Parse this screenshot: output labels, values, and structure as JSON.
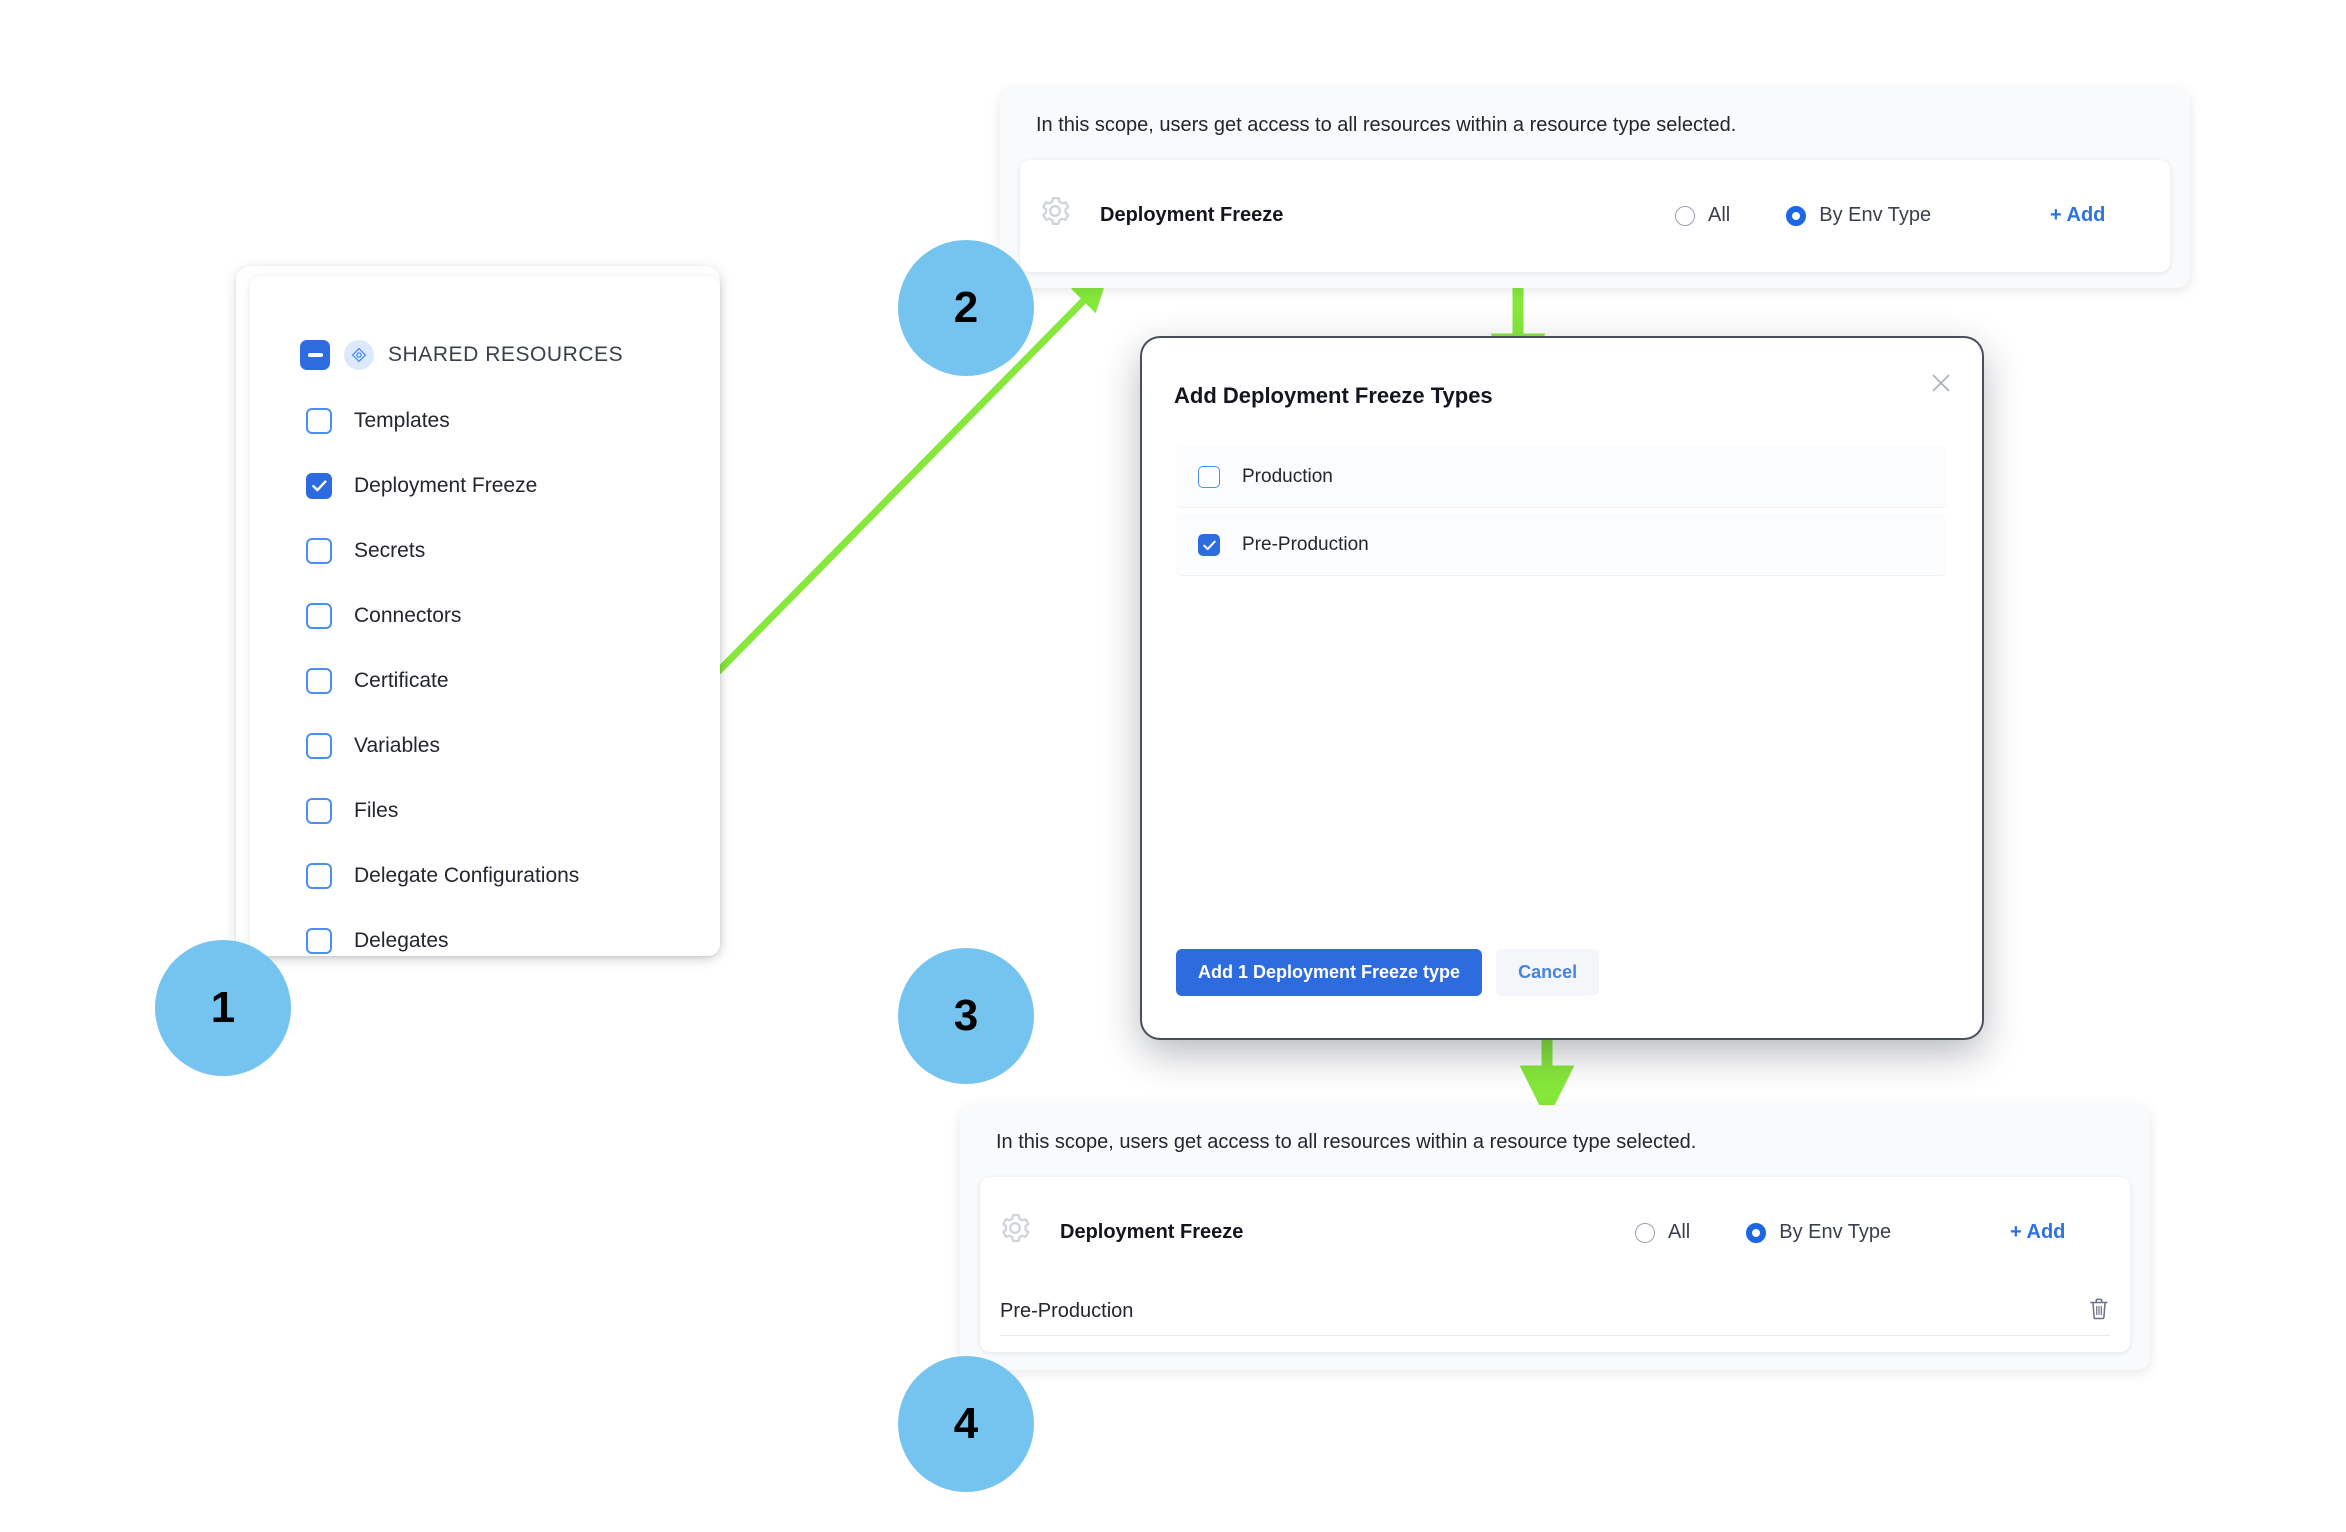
{
  "colors": {
    "accent_blue": "#2d6cdf",
    "link_blue": "#2d72e0",
    "step_circle": "#75c4ef",
    "arrow_green": "#86e83a",
    "panel_bg": "#f8fafc"
  },
  "steps": [
    {
      "number": "1"
    },
    {
      "number": "2"
    },
    {
      "number": "3"
    },
    {
      "number": "4"
    }
  ],
  "resource_tree": {
    "group_label": "SHARED RESOURCES",
    "collapse_icon": "minus-icon",
    "group_icon": "resource-group-icon",
    "items": [
      {
        "label": "Templates",
        "checked": false
      },
      {
        "label": "Deployment Freeze",
        "checked": true
      },
      {
        "label": "Secrets",
        "checked": false
      },
      {
        "label": "Connectors",
        "checked": false
      },
      {
        "label": "Certificate",
        "checked": false
      },
      {
        "label": "Variables",
        "checked": false
      },
      {
        "label": "Files",
        "checked": false
      },
      {
        "label": "Delegate Configurations",
        "checked": false
      },
      {
        "label": "Delegates",
        "checked": false
      }
    ]
  },
  "scope_panel_top": {
    "note": "In this scope, users get access to all resources within a resource type selected.",
    "resource_icon": "gear-icon",
    "resource_title": "Deployment Freeze",
    "options": [
      {
        "label": "All",
        "selected": false
      },
      {
        "label": "By Env Type",
        "selected": true
      }
    ],
    "add_label": "+ Add",
    "env_rows": []
  },
  "modal": {
    "title": "Add Deployment Freeze Types",
    "close_icon": "close-icon",
    "options": [
      {
        "label": "Production",
        "checked": false
      },
      {
        "label": "Pre-Production",
        "checked": true
      }
    ],
    "primary_button": "Add 1 Deployment Freeze type",
    "secondary_button": "Cancel"
  },
  "scope_panel_bottom": {
    "note": "In this scope, users get access to all resources within a resource type selected.",
    "resource_icon": "gear-icon",
    "resource_title": "Deployment Freeze",
    "options": [
      {
        "label": "All",
        "selected": false
      },
      {
        "label": "By Env Type",
        "selected": true
      }
    ],
    "add_label": "+ Add",
    "env_rows": [
      {
        "name": "Pre-Production",
        "delete_icon": "trash-icon"
      }
    ]
  }
}
